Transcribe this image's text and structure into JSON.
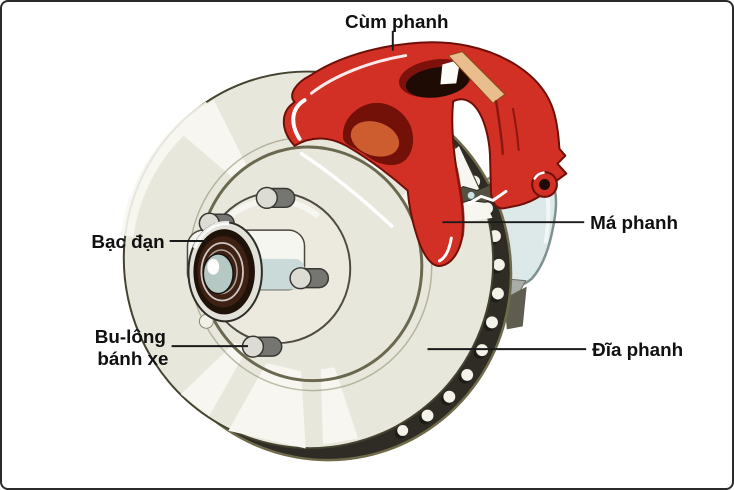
{
  "diagram": {
    "subject": "disc-brake-assembly",
    "labels": {
      "caliper": "Cùm phanh",
      "brake_pad": "Má phanh",
      "bearing": "Bạc đạn",
      "wheel_bolt_line1": "Bu-lông",
      "wheel_bolt_line2": "bánh xe",
      "brake_disc": "Đĩa phanh"
    },
    "colors": {
      "background": "#ffffff",
      "frame_border": "#2b2b2b",
      "label_text": "#111111",
      "leader_line": "#1a1a1a",
      "caliper_red": "#d23024",
      "caliper_dark_red": "#8c1710",
      "caliper_window_dark": "#731008",
      "caliper_orange": "#cd5d2e",
      "caliper_tan": "#e9bd8e",
      "disc_face": "#e8e7dc",
      "disc_streak": "#f7f6f0",
      "rim_band": "#2e2c25",
      "rim_edge_olive": "#6f6b4a",
      "hub_cylinder_blue": "#c9dad8",
      "pad_gray_blue": "#dde8e8",
      "bearing_dark": "#1f1209",
      "bearing_cap": "#b5c8c4",
      "stud_gray": "#757571"
    }
  }
}
